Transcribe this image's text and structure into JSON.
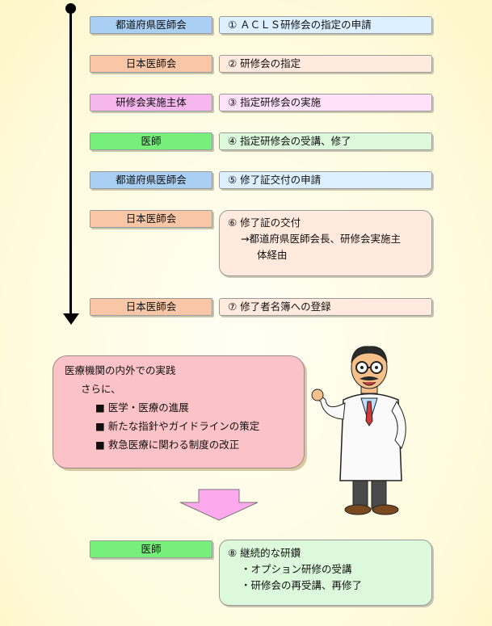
{
  "steps": [
    {
      "actor": "都道府県医師会",
      "text": "① ＡＣＬＳ研修会の指定の申請"
    },
    {
      "actor": "日本医師会",
      "text": "② 研修会の指定"
    },
    {
      "actor": "研修会実施主体",
      "text": "③ 指定研修会の実施"
    },
    {
      "actor": "医師",
      "text": "④ 指定研修会の受講、修了"
    },
    {
      "actor": "都道府県医師会",
      "text": "⑤ 修了証交付の申請"
    },
    {
      "actor": "日本医師会",
      "text": "⑥ 修了証の交付",
      "lines": [
        "→都道府県医師会長、研修会実施主",
        "体経由"
      ]
    },
    {
      "actor": "日本医師会",
      "text": "⑦ 修了者名簿への登録"
    }
  ],
  "practice": {
    "title": "医療機関の内外での実践",
    "intro": "さらに、",
    "bullets": [
      "医学・医療の進展",
      "新たな指針やガイドラインの策定",
      "救急医療に関わる制度の改正"
    ]
  },
  "final": {
    "actor": "医師",
    "text": "⑧ 継続的な研鑽",
    "lines": [
      "・オプション研修の受講",
      "・研修会の再受講、再修了"
    ]
  },
  "colors": {
    "prefecture": "#a9cff4",
    "jma": "#fac7a6",
    "organizer": "#f6b7ef",
    "doctor": "#76f07a",
    "practice": "#fbc3c8",
    "arrow": "#fba8ec"
  },
  "icons": {
    "doctor_figure": "doctor-illustration-icon",
    "flow_arrow": "down-arrow-icon"
  }
}
